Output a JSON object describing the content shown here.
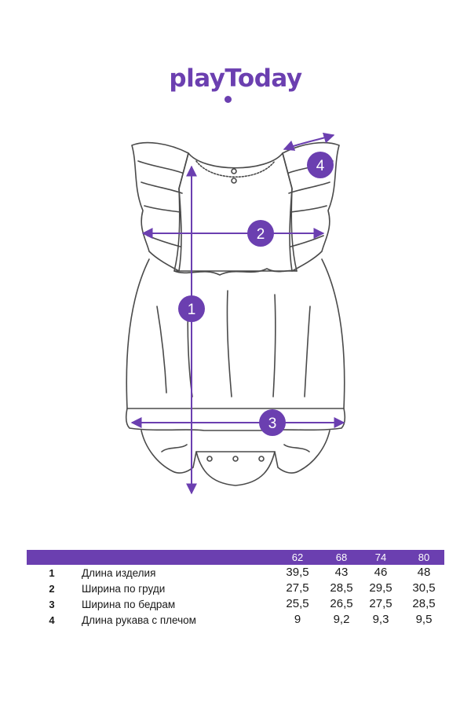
{
  "brand": {
    "logo_text": "playToday",
    "color": "#6b3fb0",
    "outline_color": "#4a4a4a"
  },
  "diagram": {
    "markers": [
      "1",
      "2",
      "3",
      "4"
    ]
  },
  "size_table": {
    "header_sizes": [
      "62",
      "68",
      "74",
      "80"
    ],
    "rows": [
      {
        "num": "1",
        "label": "Длина изделия",
        "values": [
          "39,5",
          "43",
          "46",
          "48"
        ]
      },
      {
        "num": "2",
        "label": "Ширина по груди",
        "values": [
          "27,5",
          "28,5",
          "29,5",
          "30,5"
        ]
      },
      {
        "num": "3",
        "label": "Ширина по бедрам",
        "values": [
          "25,5",
          "26,5",
          "27,5",
          "28,5"
        ]
      },
      {
        "num": "4",
        "label": "Длина рукава с плечом",
        "values": [
          "9",
          "9,2",
          "9,3",
          "9,5"
        ]
      }
    ]
  }
}
